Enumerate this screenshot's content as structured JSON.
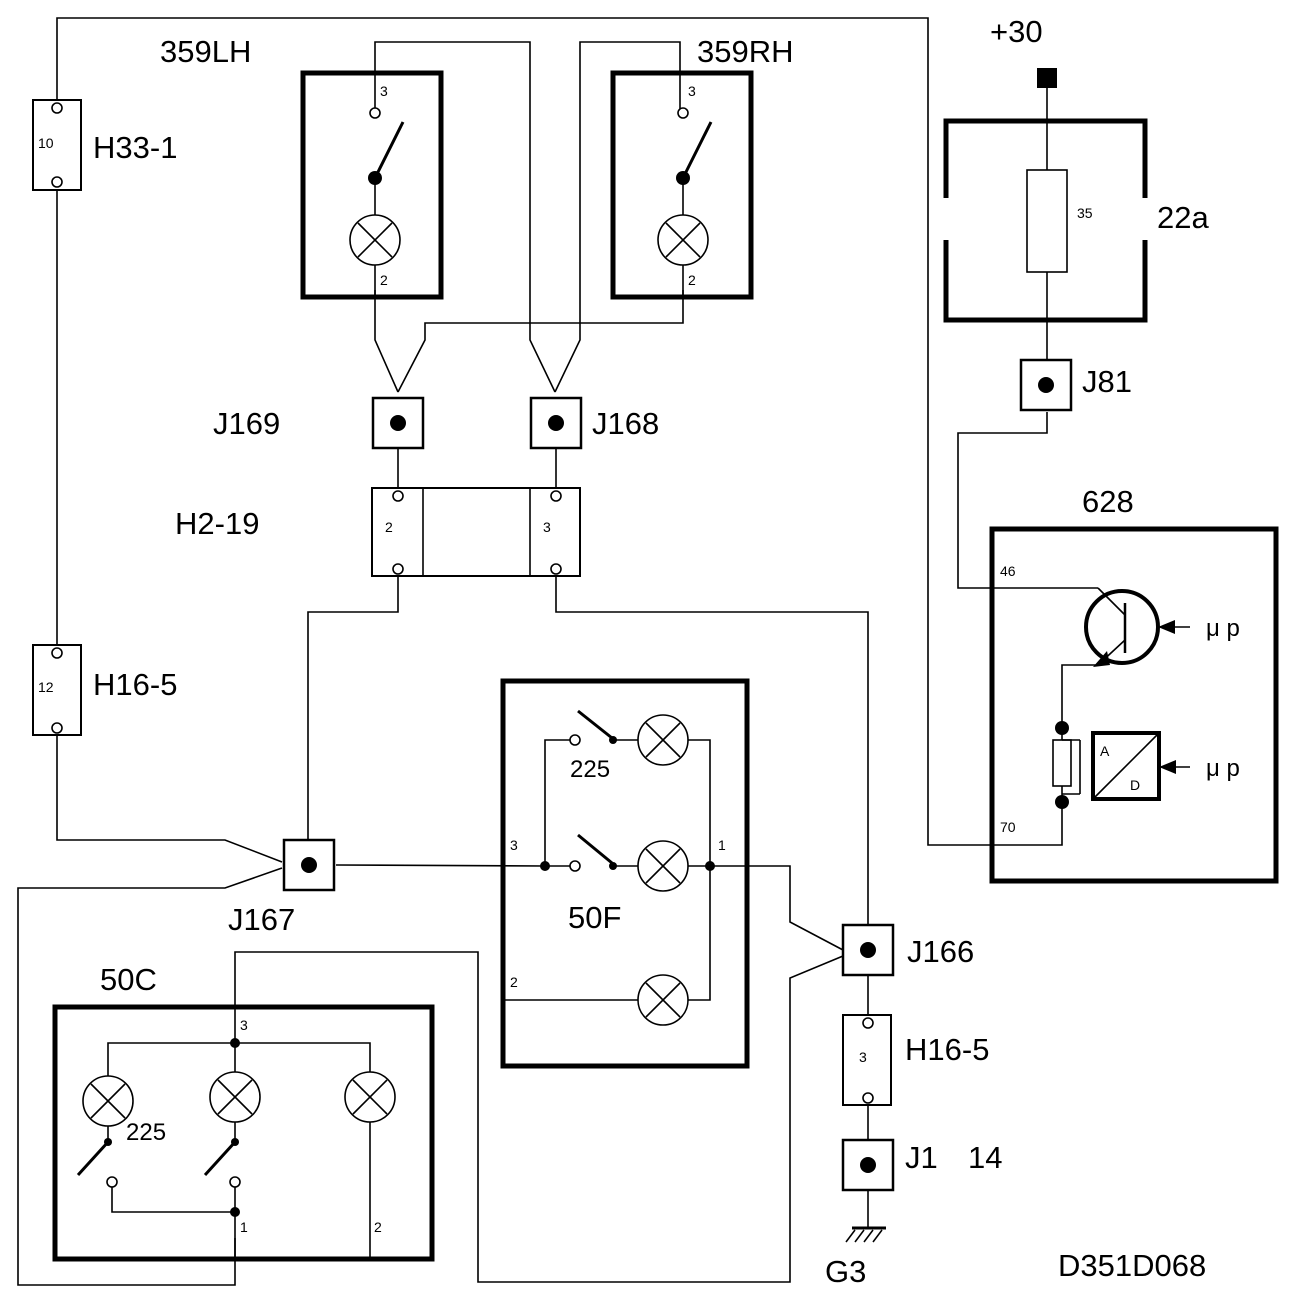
{
  "labels": {
    "switch_lh": "359LH",
    "switch_rh": "359RH",
    "fuse_top": "H33-1",
    "fuse_mid": "H16-5",
    "fuse_low": "H16-5",
    "j169": "J169",
    "j168": "J168",
    "j81": "J81",
    "j167": "J167",
    "j166": "J166",
    "j1": "J1",
    "j1_pin": "14",
    "h2_19": "H2-19",
    "lamp_50f": "50F",
    "lamp_50c": "50C",
    "module_628": "628",
    "fuse_22a": "22a",
    "supply": "+30",
    "ground": "G3",
    "ref": "D351D068"
  },
  "pins": {
    "h33_1": "10",
    "h16_5_mid": "12",
    "h16_5_low": "3",
    "lh_top": "3",
    "lh_bottom": "2",
    "rh_top": "3",
    "rh_bottom": "2",
    "h2_19_left": "2",
    "h2_19_right": "3",
    "fuse_rating": "35",
    "m628_in": "46",
    "m628_out": "70",
    "f50_3": "3",
    "f50_1": "1",
    "f50_2": "2",
    "c50_3": "3",
    "c50_1": "1",
    "c50_2": "2"
  },
  "annotations": {
    "f50_switch": "225",
    "c50_switch": "225",
    "mu_p_1": "μ p",
    "mu_p_2": "μ p",
    "adc_a": "A",
    "adc_d": "D"
  }
}
